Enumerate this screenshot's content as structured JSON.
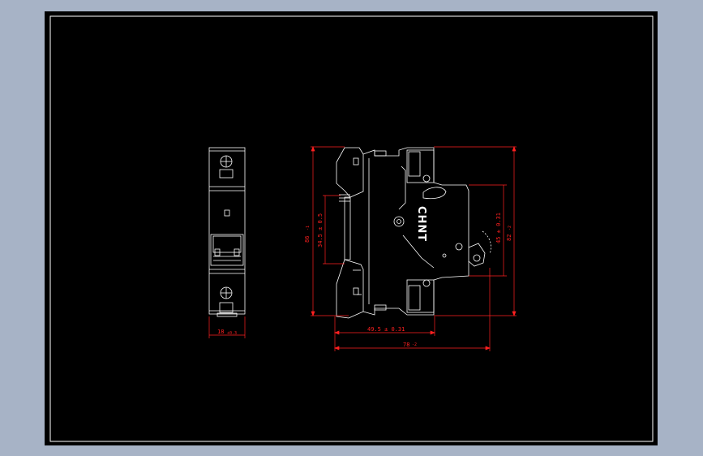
{
  "colors": {
    "background": "#a7b3c6",
    "sheet": "#000000",
    "linework": "#ffffff",
    "dimension": "#ff2020"
  },
  "drawing": {
    "brand_label": "CHNT",
    "front_view": {
      "width_dimension": "18",
      "width_tolerance": "+0.3"
    },
    "side_view": {
      "dim_total_height": "86",
      "dim_total_height_tolerance": "-1",
      "dim_rail_height": "34.5 ± 0.5",
      "dim_depth_base": "49.5 ± 0.31",
      "dim_total_depth": "78",
      "dim_total_depth_tolerance": "-2",
      "dim_right_inner": "45 ± 0.31",
      "dim_right_outer": "82",
      "dim_right_outer_tolerance": "-2"
    }
  }
}
